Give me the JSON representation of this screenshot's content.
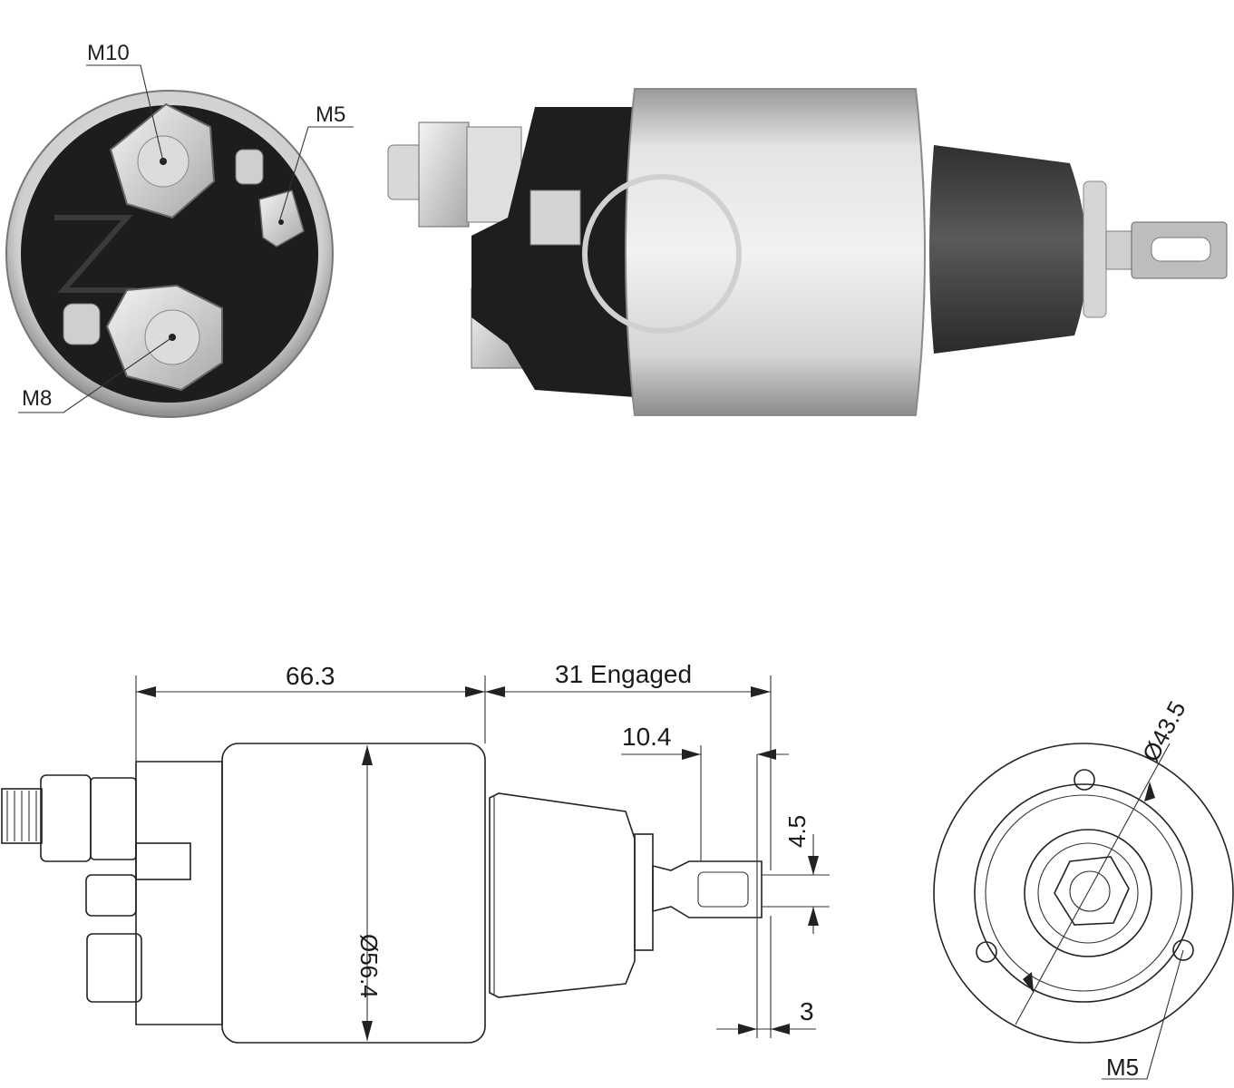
{
  "photo_labels": {
    "end_view": {
      "terminal_top": "M10",
      "terminal_small": "M5",
      "terminal_bottom": "M8"
    }
  },
  "drawing_labels": {
    "body_length": "66.3",
    "stroke_engaged": "31 Engaged",
    "plunger_length": "10.4",
    "slot_width": "4.5",
    "body_diameter": "Ø56.4",
    "tab_thickness": "3",
    "flange_diameter": "Ø43.5",
    "mount_thread": "M5"
  },
  "colors": {
    "line": "#222222",
    "housing_light": "#e8e8e8",
    "housing_mid": "#bdbdbd",
    "cap_dark": "#2a2a2a",
    "boot_dark": "#4a4a4a"
  }
}
